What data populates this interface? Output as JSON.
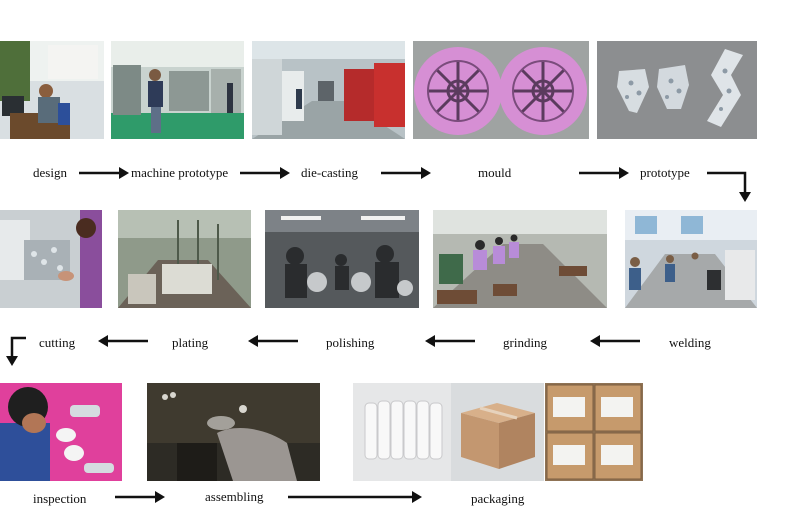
{
  "steps": {
    "design": "design",
    "machine_prototype": "machine prototype",
    "die_casting": "die-casting",
    "mould": "mould",
    "prototype": "prototype",
    "welding": "welding",
    "grinding": "grinding",
    "polishing": "polishing",
    "plating": "plating",
    "cutting": "cutting",
    "inspection": "inspection",
    "assembling": "assembling",
    "packaging": "packaging"
  }
}
